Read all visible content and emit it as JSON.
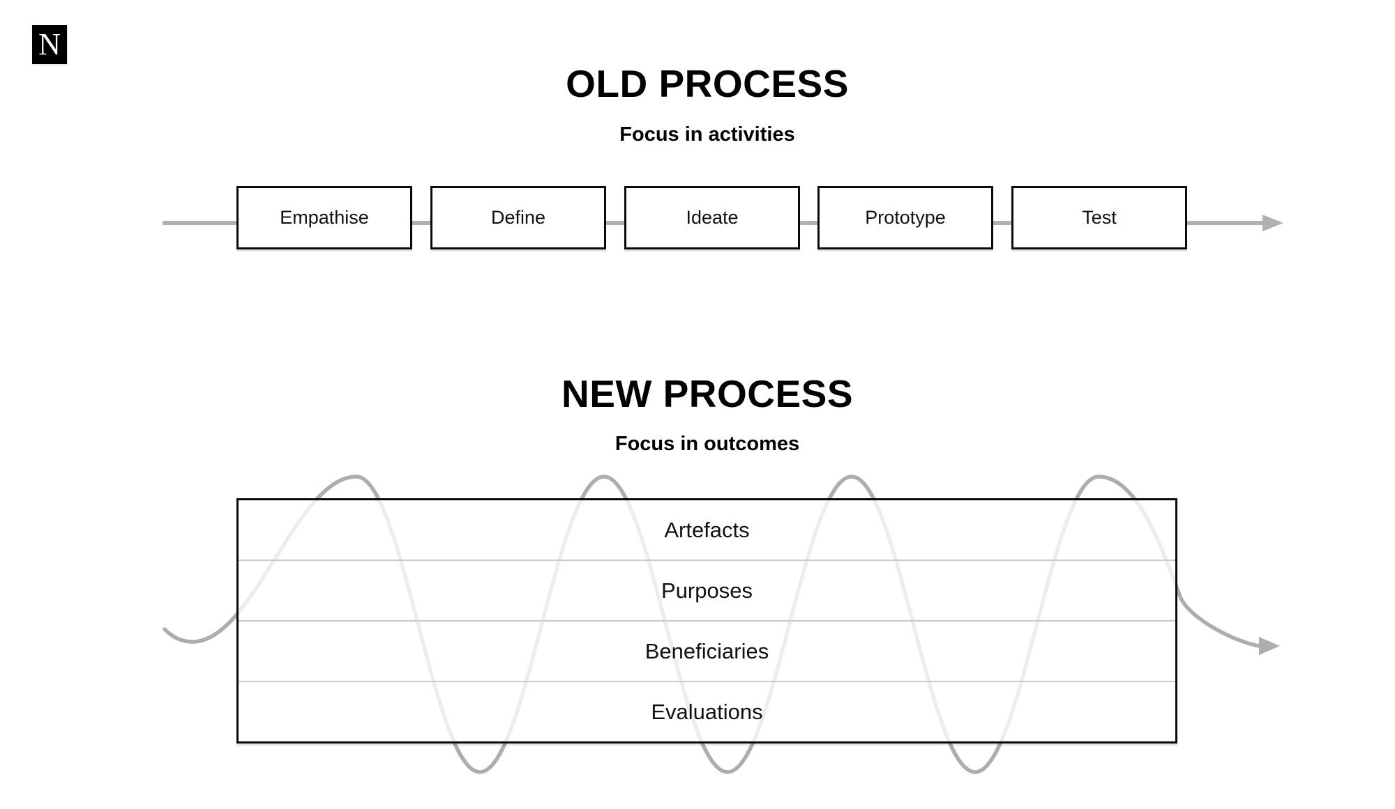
{
  "logo": {
    "letter": "N"
  },
  "old_process": {
    "title": "OLD PROCESS",
    "subtitle": "Focus in activities",
    "steps": [
      "Empathise",
      "Define",
      "Ideate",
      "Prototype",
      "Test"
    ]
  },
  "new_process": {
    "title": "NEW PROCESS",
    "subtitle": "Focus in outcomes",
    "rows": [
      "Artefacts",
      "Purposes",
      "Beneficiaries",
      "Evaluations"
    ]
  },
  "colors": {
    "flow_gray": "#b0b0b0",
    "wave_gray": "#adadad",
    "border_black": "#0a0a0a",
    "divider_gray": "#c9c9c9"
  }
}
